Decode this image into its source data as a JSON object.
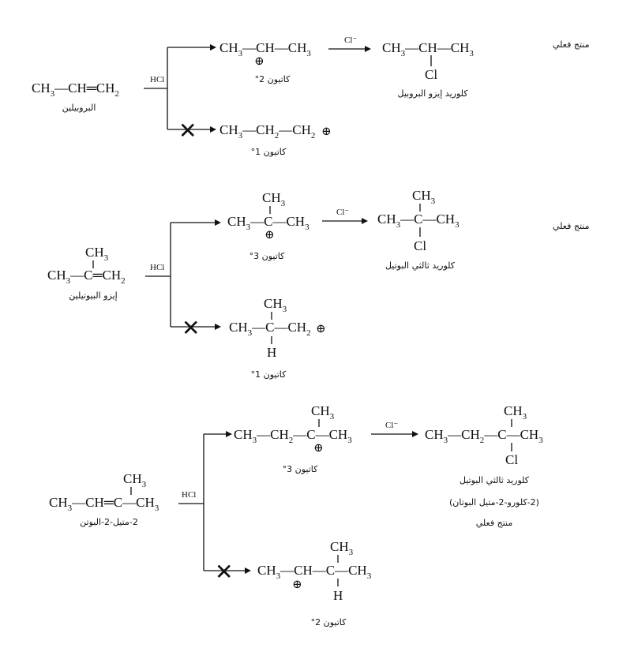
{
  "reactions": [
    {
      "reagent": "HCl",
      "start": {
        "name": "البروبيلين",
        "formula": {
          "p1": "CH",
          "s1": "3",
          "p2": "—CH═CH",
          "s2": "2"
        }
      },
      "major_cation": {
        "formula": {
          "p1": "CH",
          "s1": "3",
          "p2": "—CH—CH",
          "s2": "3"
        },
        "label": "كاتيون 2°"
      },
      "minor_cation": {
        "formula": {
          "p1": "CH",
          "s1": "3",
          "p2": "—CH",
          "s2": "2",
          "p3": "—CH",
          "s3": "2"
        },
        "label": "كاتيون 1°"
      },
      "nucleophile": "Cl⁻",
      "product": {
        "formula": {
          "p1": "CH",
          "s1": "3",
          "p2": "—CH—CH",
          "s2": "3"
        },
        "substituent": "Cl",
        "name": "كلوريد إيزو البروبيل"
      },
      "note": "منتج فعلي"
    },
    {
      "reagent": "HCl",
      "start": {
        "name": "إيزو البيوتيلين",
        "top": {
          "p1": "CH",
          "s1": "3"
        },
        "formula": {
          "p1": "CH",
          "s1": "3",
          "p2": "—C═CH",
          "s2": "2"
        }
      },
      "major_cation": {
        "top": {
          "p1": "CH",
          "s1": "3"
        },
        "formula": {
          "p1": "CH",
          "s1": "3",
          "p2": "—C—CH",
          "s2": "3"
        },
        "label": "كاتيون 3°"
      },
      "minor_cation": {
        "top": {
          "p1": "CH",
          "s1": "3"
        },
        "formula": {
          "p1": "CH",
          "s1": "3",
          "p2": "—C—CH",
          "s2": "2"
        },
        "bottom": "H",
        "label": "كاتيون 1°"
      },
      "nucleophile": "Cl⁻",
      "product": {
        "top": {
          "p1": "CH",
          "s1": "3"
        },
        "formula": {
          "p1": "CH",
          "s1": "3",
          "p2": "—C—CH",
          "s2": "3"
        },
        "substituent": "Cl",
        "name": "كلوريد ثالثي البوتيل"
      },
      "note": "منتج فعلي"
    },
    {
      "reagent": "HCl",
      "start": {
        "name": "2-متيل-2-البوتن",
        "top": {
          "p1": "CH",
          "s1": "3"
        },
        "formula": {
          "p1": "CH",
          "s1": "3",
          "p2": "—CH═C—CH",
          "s2": "3"
        }
      },
      "major_cation": {
        "top": {
          "p1": "CH",
          "s1": "3"
        },
        "formula": {
          "p1": "CH",
          "s1": "3",
          "p2": "—CH",
          "s2": "2",
          "p3": "—C—CH",
          "s3": "3"
        },
        "label": "كاتيون 3°"
      },
      "minor_cation": {
        "top": {
          "p1": "CH",
          "s1": "3"
        },
        "formula": {
          "p1": "CH",
          "s1": "3",
          "p2": "—CH—C—CH",
          "s2": "3"
        },
        "bottom": "H",
        "label": "كاتيون 2°"
      },
      "nucleophile": "Cl⁻",
      "product": {
        "top": {
          "p1": "CH",
          "s1": "3"
        },
        "formula": {
          "p1": "CH",
          "s1": "3",
          "p2": "—CH",
          "s2": "2",
          "p3": "—C—CH",
          "s3": "3"
        },
        "substituent": "Cl",
        "name": "كلوريد ثالثي البوتيل",
        "name_alt": "(2-كلورو-2-متيل البوتان)"
      },
      "note": "منتج فعلي"
    }
  ],
  "symbols": {
    "cation_charge": "⊕",
    "blocked": "✕"
  }
}
